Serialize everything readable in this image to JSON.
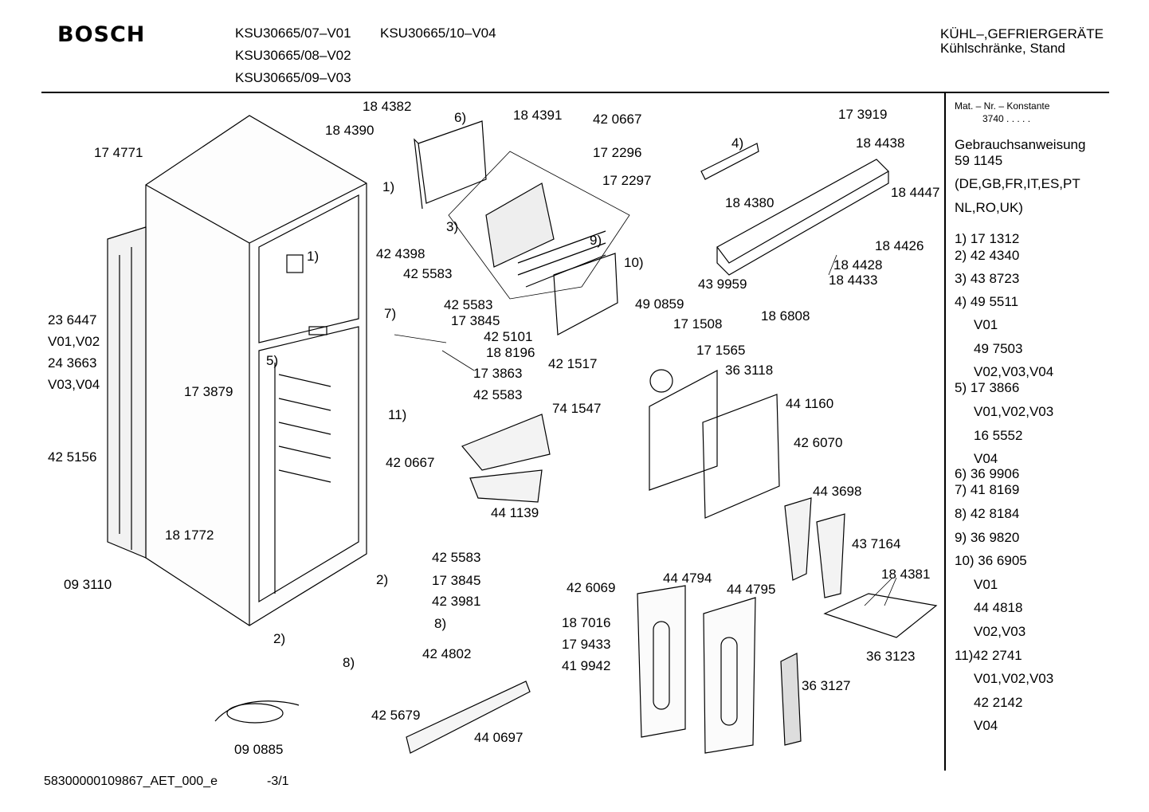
{
  "header": {
    "brand": "BOSCH",
    "models": [
      "KSU30665/07–V01",
      "KSU30665/10–V04",
      "KSU30665/08–V02",
      "KSU30665/09–V03"
    ],
    "category_line1": "KÜHL–,GEFRIERGERÄTE",
    "category_line2": "Kühlschränke, Stand"
  },
  "sidebar": {
    "const_label": "Mat. – Nr. – Konstante",
    "const_value": "3740  .  .  .  .  .",
    "lines": [
      "Gebrauchsanweisung",
      "59 1145",
      "(DE,GB,FR,IT,ES,PT",
      "NL,RO,UK)",
      "1) 17 1312",
      "2) 42 4340",
      "3) 43 8723",
      "4) 49 5511",
      "V01",
      "49 7503",
      "V02,V03,V04",
      "5) 17 3866",
      "V01,V02,V03",
      "16 5552",
      "V04",
      "6) 36 9906",
      "7) 41 8169",
      "8)  42 8184",
      "9)  36 9820",
      "10) 36 6905",
      "V01",
      "44 4818",
      "V02,V03",
      "11)42 2741",
      "V01,V02,V03",
      "42 2142",
      "V04"
    ]
  },
  "labels": [
    "18 4382",
    "6)",
    "18 4391",
    "42 0667",
    "17 3919",
    "18 4390",
    "17 4771",
    "17 2296",
    "4)",
    "18 4438",
    "17 2297",
    "1)",
    "18 4447",
    "18 4380",
    "3)",
    "9)",
    "1)",
    "42 4398",
    "18 4426",
    "10)",
    "42 5583",
    "18 4428",
    "43 9959",
    "18 4433",
    "49 0859",
    "42 5583",
    "7)",
    "17 3845",
    "18 6808",
    "17 1508",
    "23 6447",
    "42 5101",
    "V01,V02",
    "18 8196",
    "17 1565",
    "42 1517",
    "24 3663",
    "5)",
    "17 3863",
    "36 3118",
    "V03,V04",
    "17 3879",
    "42 5583",
    "44 1160",
    "11)",
    "74 1547",
    "42 6070",
    "42 5156",
    "42 0667",
    "44 1139",
    "44 3698",
    "18 1772",
    "43 7164",
    "42 5583",
    "17 3845",
    "2)",
    "09 3110",
    "44 4794",
    "42 6069",
    "44 4795",
    "18 4381",
    "42 3981",
    "8)",
    "18 7016",
    "2)",
    "17 9433",
    "36 3123",
    "42 4802",
    "41 9942",
    "8)",
    "36 3127",
    "42 5679",
    "44 0697",
    "09 0885"
  ],
  "footer": {
    "doc_code": "58300000109867_AET_000_e",
    "page": "-3/1"
  }
}
